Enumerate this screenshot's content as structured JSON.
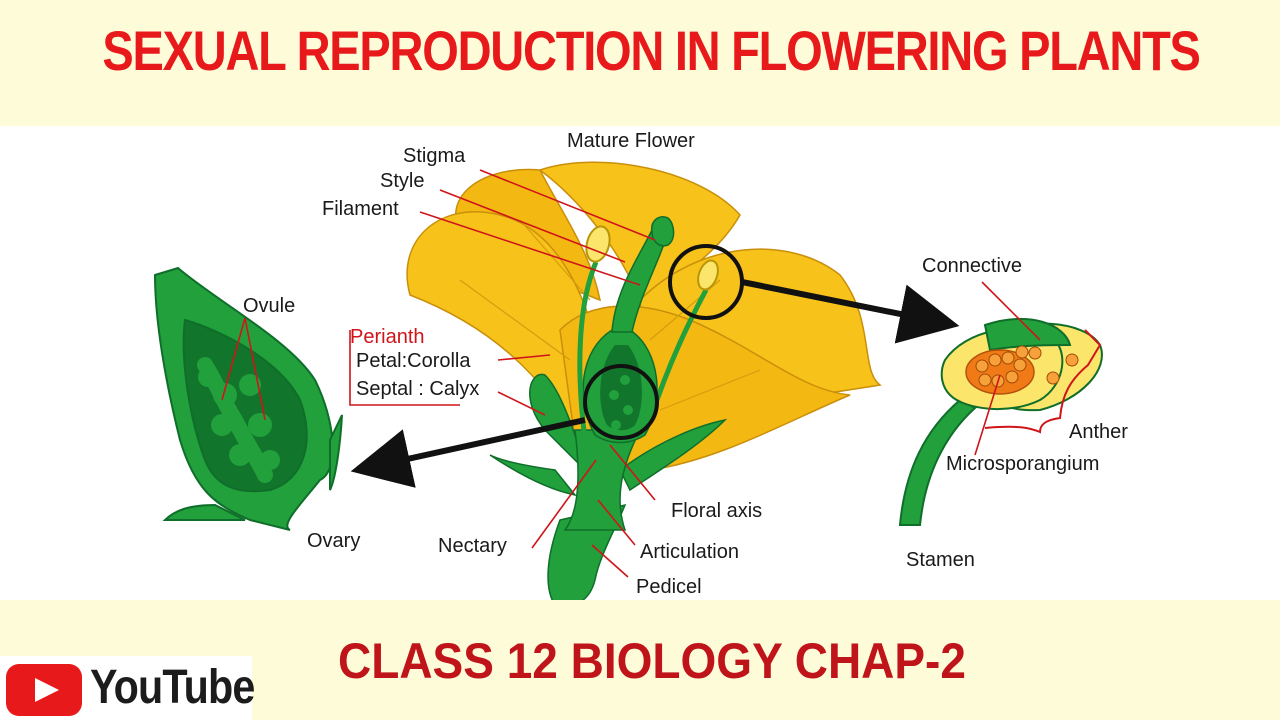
{
  "title": "SEXUAL REPRODUCTION IN FLOWERING PLANTS",
  "subtitle": "CLASS 12 BIOLOGY CHAP-2",
  "brand": {
    "name": "YouTube",
    "icon": "youtube-play-icon"
  },
  "colors": {
    "title_red": "#e8191b",
    "label_red": "#d0151a",
    "petal_yellow": "#f7c21a",
    "leaf_green": "#1f9e3a",
    "dark_green": "#0f6e2a",
    "orange": "#f07b16",
    "background": "#fefbd8"
  },
  "diagram": {
    "mature_flower": "Mature Flower",
    "stigma": "Stigma",
    "style": "Style",
    "filament": "Filament",
    "perianth": "Perianth",
    "petal_corolla": "Petal:Corolla",
    "septal_calyx": "Septal : Calyx",
    "ovule": "Ovule",
    "ovary": "Ovary",
    "nectary": "Nectary",
    "floral_axis": "Floral axis",
    "articulation": "Articulation",
    "pedicel": "Pedicel",
    "connective": "Connective",
    "anther": "Anther",
    "microsporangium": "Microsporangium",
    "stamen": "Stamen"
  }
}
